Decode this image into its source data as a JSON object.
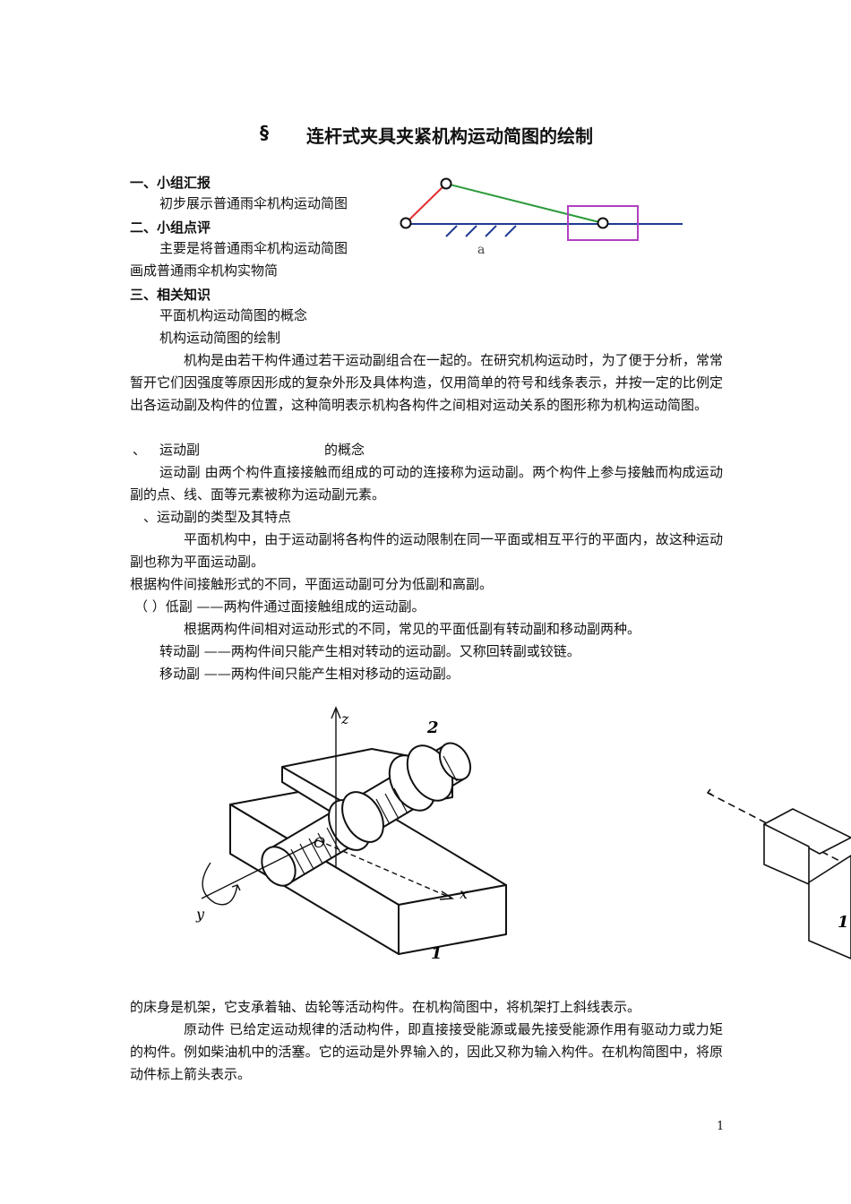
{
  "title": {
    "symbol": "§",
    "text": "连杆式夹具夹紧机构运动简图的绘制"
  },
  "sections": {
    "s1_heading": "一、小组汇报",
    "s1_text": "初步展示普通雨伞机构运动简图",
    "s2_heading": "二、小组点评",
    "s2_text1": "主要是将普通雨伞机构运动简图",
    "s2_text2": "画成普通雨伞机构实物简",
    "s3_heading": "三、相关知识",
    "s3_item1": "平面机构运动简图的概念",
    "s3_item2": "机构运动简图的绘制"
  },
  "diagram_top": {
    "label": "a"
  },
  "body": {
    "p1": "机构是由若干构件通过若干运动副组合在一起的。在研究机构运动时，为了便于分析，常常暂开它们因强度等原因形成的复杂外形及具体构造，仅用简单的符号和线条表示，并按一定的比例定出各运动副及构件的位置，这种简明表示机构各构件之间相对运动关系的图形称为机构运动简图。",
    "l_concept_prefix": "、",
    "l_concept_a": "运动副",
    "l_concept_b": "的概念",
    "p2": "运动副 由两个构件直接接触而组成的可动的连接称为运动副。两个构件上参与接触而构成运动副的点、线、面等元素被称为运动副元素。",
    "l_types": "、运动副的类型及其特点",
    "p3": "平面机构中，由于运动副将各构件的运动限制在同一平面或相互平行的平面内，故这种运动副也称为平面运动副。",
    "l_contact": "根据构件间接触形式的不同，平面运动副可分为低副和高副。",
    "l_low": "（ ）低副 ——两构件通过面接触组成的运动副。",
    "l_low_detail": "根据两构件间相对运动形式的不同，常见的平面低副有转动副和移动副两种。",
    "l_revolute": "转动副 ——两构件间只能产生相对转动的运动副。又称回转副或铰链。",
    "l_prismatic": "移动副 ——两构件间只能产生相对移动的运动副。",
    "p4": "的床身是机架，它支承着轴、齿轮等活动构件。在机构简图中，将机架打上斜线表示。",
    "p5": "原动件 已给定运动规律的活动构件，即直接接受能源或最先接受能源作用有驱动力或力矩的构件。例如柴油机中的活塞。它的运动是外界输入的，因此又称为输入构件。在机构简图中，将原动件标上箭头表示。"
  },
  "figure3d": {
    "axis_z": "z",
    "axis_x": "x",
    "axis_y": "y",
    "origin": "O",
    "part1": "1",
    "part2": "2",
    "part1_right": "1"
  },
  "page_number": "1",
  "colors": {
    "ground_line": "#1f3a93",
    "crank": "#e03030",
    "coupler": "#2a9a3a",
    "slider_box": "#b040c0"
  }
}
